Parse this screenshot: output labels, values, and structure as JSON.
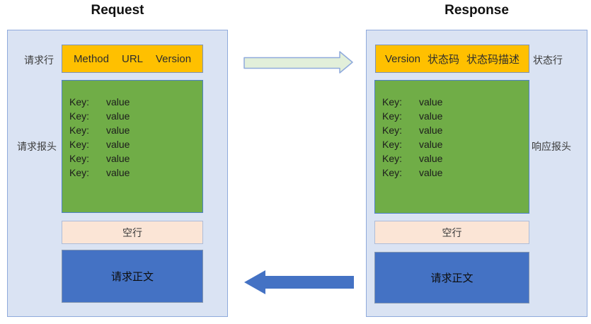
{
  "request": {
    "title": "Request",
    "line_label": "请求行",
    "start_line": {
      "parts": [
        "Method",
        "URL",
        "Version"
      ]
    },
    "headers_label": "请求报头",
    "headers": {
      "lines": [
        {
          "key": "Key:",
          "value": "value"
        },
        {
          "key": "Key:",
          "value": "value"
        },
        {
          "key": "Key:",
          "value": "value"
        },
        {
          "key": "Key:",
          "value": "value"
        },
        {
          "key": "Key:",
          "value": "value"
        },
        {
          "key": "Key:",
          "value": "value"
        }
      ]
    },
    "blank_line": "空行",
    "body": "请求正文"
  },
  "response": {
    "title": "Response",
    "line_label": "状态行",
    "start_line": {
      "parts": [
        "Version",
        "状态码",
        "状态码描述"
      ]
    },
    "headers_label": "响应报头",
    "headers": {
      "lines": [
        {
          "key": "Key:",
          "value": "value"
        },
        {
          "key": "Key:",
          "value": "value"
        },
        {
          "key": "Key:",
          "value": "value"
        },
        {
          "key": "Key:",
          "value": "value"
        },
        {
          "key": "Key:",
          "value": "value"
        },
        {
          "key": "Key:",
          "value": "value"
        }
      ]
    },
    "blank_line": "空行",
    "body": "请求正文"
  },
  "icons": {
    "top_arrow": "arrow-right",
    "bottom_arrow": "arrow-left"
  },
  "colors": {
    "panel_fill": "#dae3f3",
    "panel_border": "#8faadc",
    "start_line_fill": "#ffc000",
    "headers_fill": "#70ad47",
    "blank_line_fill": "#fbe5d6",
    "body_fill": "#4472c4",
    "top_arrow_fill": "#e2efda",
    "bottom_arrow_fill": "#4472c4"
  }
}
